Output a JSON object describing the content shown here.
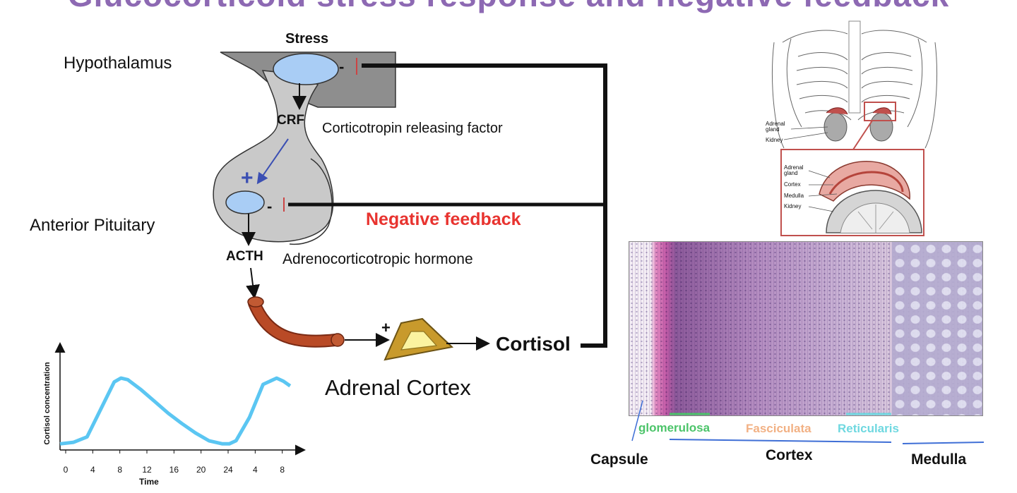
{
  "title": "Glucocorticoid stress response and negative feedback",
  "labels": {
    "stress": "Stress",
    "hypothalamus": "Hypothalamus",
    "crf": "CRF",
    "crf_full": "Corticotropin releasing factor",
    "anterior_pituitary": "Anterior Pituitary",
    "acth": "ACTH",
    "acth_full": "Adrenocorticotropic hormone",
    "negative_feedback": "Negative feedback",
    "cortisol": "Cortisol",
    "adrenal_cortex": "Adrenal Cortex",
    "plus_sign": "+",
    "minus_sign": "-"
  },
  "anatomy_labels": {
    "adrenal_gland": "Adrenal gland",
    "kidney": "Kidney",
    "inset_adrenal": "Adrenal gland",
    "inset_cortex": "Cortex",
    "inset_medulla": "Medulla",
    "inset_kidney": "Kidney"
  },
  "histology_labels": {
    "capsule": "Capsule",
    "glomerulosa": "glomerulosa",
    "fasciculata": "Fasciculata",
    "reticularis": "Reticularis",
    "cortex": "Cortex",
    "medulla": "Medulla"
  },
  "colors": {
    "feedback": "#e8332f",
    "curve": "#5bc6f2",
    "glomerulosa": "#4cc46a",
    "fasciculata": "#f2b184",
    "reticularis": "#6fd8e0",
    "zone_line": "#3f6fd6",
    "title": "#7a4fa6"
  },
  "chart_data": {
    "type": "line",
    "xlabel": "Time",
    "ylabel": "Cortisol concentration",
    "x_ticks": [
      "0",
      "4",
      "8",
      "12",
      "16",
      "20",
      "24",
      "4",
      "8"
    ],
    "x": [
      0,
      2,
      4,
      6,
      8,
      9,
      10,
      12,
      14,
      16,
      18,
      20,
      22,
      24,
      25,
      26,
      28,
      30,
      32,
      33,
      34
    ],
    "y": [
      0.06,
      0.08,
      0.15,
      0.5,
      0.85,
      0.9,
      0.88,
      0.75,
      0.6,
      0.45,
      0.32,
      0.2,
      0.1,
      0.06,
      0.06,
      0.1,
      0.4,
      0.82,
      0.9,
      0.86,
      0.8
    ],
    "ylim": [
      0,
      1
    ]
  }
}
